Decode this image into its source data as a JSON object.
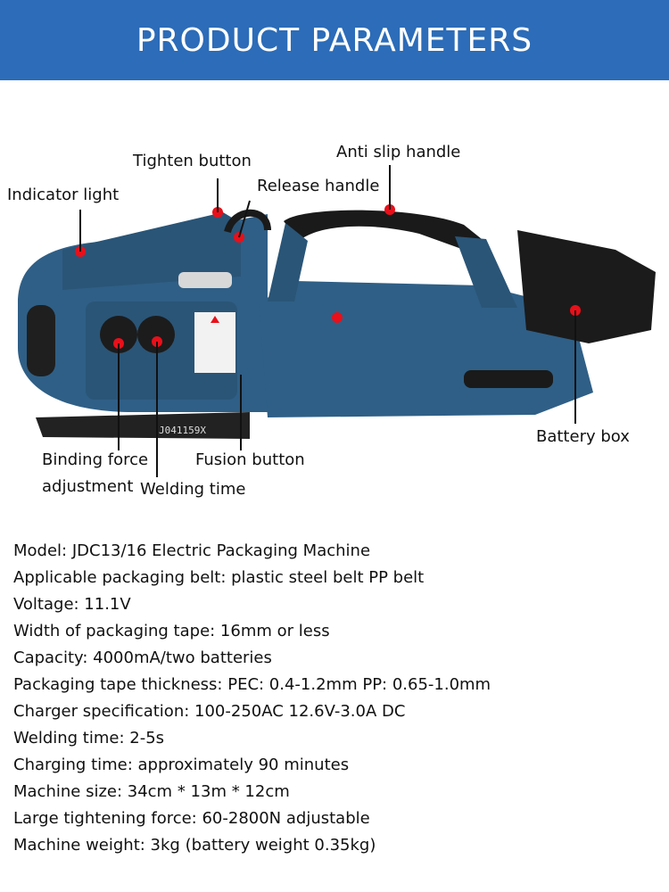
{
  "header": {
    "title": "PRODUCT PARAMETERS",
    "bg_color": "#2c6cb8"
  },
  "product": {
    "body_color": "#2f5f86",
    "accent_color": "#f07a2c",
    "marker_color": "#e8101a",
    "device_text": {
      "plate_code": "J041159X"
    },
    "callouts": {
      "indicator_light": "Indicator light",
      "tighten_button": "Tighten button",
      "release_handle": "Release handle",
      "anti_slip_handle": "Anti slip handle",
      "battery_box": "Battery box",
      "binding_force_1": "Binding force",
      "binding_force_2": "adjustment",
      "welding_time": "Welding time",
      "fusion_button": "Fusion button"
    }
  },
  "specs": [
    "Model: JDC13/16 Electric Packaging Machine",
    "Applicable packaging belt: plastic steel belt PP belt",
    "Voltage: 11.1V",
    "Width of packaging tape: 16mm or less",
    "Capacity: 4000mA/two batteries",
    "Packaging tape thickness: PEC: 0.4-1.2mm PP: 0.65-1.0mm",
    "Charger specification: 100-250AC 12.6V-3.0A DC",
    "Welding time: 2-5s",
    "Charging time: approximately 90 minutes",
    "Machine size: 34cm * 13m * 12cm",
    "Large tightening force: 60-2800N adjustable",
    "Machine weight: 3kg (battery weight 0.35kg)"
  ]
}
